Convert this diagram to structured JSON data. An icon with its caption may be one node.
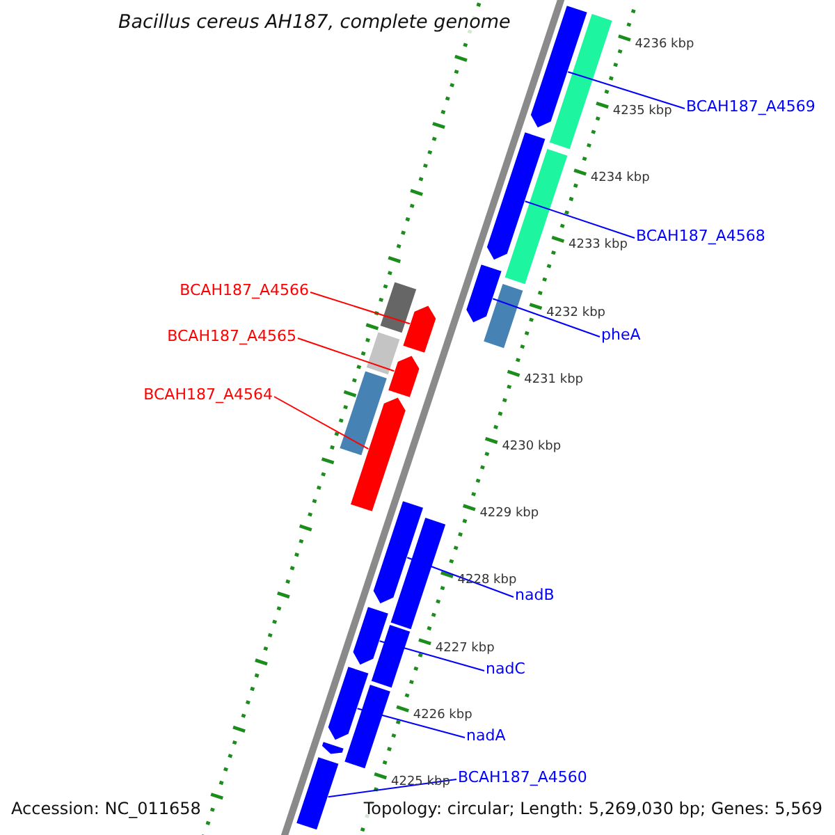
{
  "diagram": {
    "title": "Bacillus cereus AH187, complete genome",
    "nodes": [
      {
        "text": [],
        "shape": "bar"
      },
      {
        "text": [],
        "shape": "bar"
      },
      {
        "text": [],
        "shape": "bar"
      },
      {
        "text": [],
        "shape": "bar"
      },
      {
        "text": [],
        "shape": "bar"
      },
      {
        "text": [],
        "shape": "bar"
      },
      {
        "text": [],
        "shape": "bar"
      },
      {
        "text": [],
        "shape": "bar"
      },
      {
        "text": [],
        "shape": "bar"
      },
      {
        "text": [],
        "shape": "bar"
      },
      {
        "text": [],
        "shape": "bar"
      },
      {
        "text": [],
        "shape": "bar"
      },
      {
        "text": [],
        "shape": "bar"
      },
      {
        "text": [],
        "shape": "bar"
      },
      {
        "text": [],
        "shape": "bar"
      },
      {
        "text": [],
        "shape": "bar"
      },
      {
        "text": [],
        "shape": "bar"
      },
      {
        "text": [],
        "shape": "bar"
      },
      {
        "text": [],
        "shape": "bar"
      },
      {
        "text": [],
        "shape": "bar"
      },
      {
        "text": [
          "BCAH187_A4569"
        ]
      },
      {
        "text": [
          "BCAH187_A4568"
        ]
      },
      {
        "text": [
          "pheA"
        ]
      },
      {
        "text": [
          "BCAH187_A4566"
        ]
      },
      {
        "text": [
          "BCAH187_A4565"
        ]
      },
      {
        "text": [
          "BCAH187_A4564"
        ]
      },
      {
        "text": [
          "nadB"
        ]
      },
      {
        "text": [
          "nadC"
        ]
      },
      {
        "text": [
          "nadA"
        ]
      },
      {
        "text": [
          "BCAH187_A4560"
        ]
      }
    ],
    "edges": [
      {
        "from": 20,
        "to": 0,
        "arrow": "none"
      },
      {
        "from": 21,
        "to": 2,
        "arrow": "none"
      },
      {
        "from": 22,
        "to": 4,
        "arrow": "none"
      },
      {
        "from": 23,
        "to": 7,
        "arrow": "none",
        "color": "#ff0000"
      },
      {
        "from": 24,
        "to": 9,
        "arrow": "none",
        "color": "#ff0000"
      },
      {
        "from": 25,
        "to": 11,
        "arrow": "none",
        "color": "#ff0000"
      },
      {
        "from": 26,
        "to": 12,
        "arrow": "none"
      },
      {
        "from": 27,
        "to": 14,
        "arrow": "none"
      },
      {
        "from": 28,
        "to": 16,
        "arrow": "none"
      },
      {
        "from": 29,
        "to": 19,
        "arrow": "none"
      }
    ],
    "labels": [
      "4236 kbp",
      "4235 kbp",
      "4234 kbp",
      "4233 kbp",
      "4232 kbp",
      "4231 kbp",
      "4230 kbp",
      "4229 kbp",
      "4228 kbp",
      "4227 kbp",
      "4226 kbp",
      "4225 kbp",
      "Accession: NC_011658",
      "Topology: circular; Length: 5,269,030 bp; Genes: 5,569"
    ]
  }
}
